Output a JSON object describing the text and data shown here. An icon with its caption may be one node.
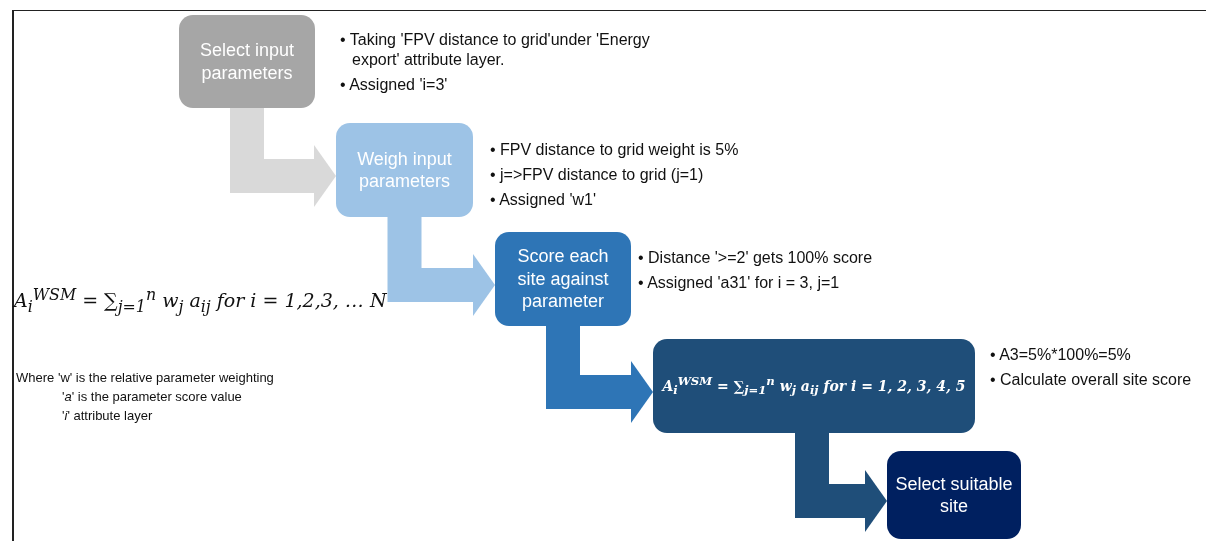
{
  "diagram": {
    "nodes": [
      {
        "text": [
          "Select input parameters"
        ],
        "beside": [
          "• Taking 'FPV distance to grid'under 'Energy export' attribute layer.",
          "• Assigned 'i=3'"
        ]
      },
      {
        "text": [
          "Weigh input parameters"
        ],
        "beside": [
          "• FPV distance to grid weight is 5%",
          "• j=>FPV distance to grid (j=1)",
          "• Assigned 'w1'"
        ]
      },
      {
        "text": [
          "Score each site against parameter"
        ],
        "beside": [
          "• Distance '>=2' gets 100% score",
          "• Assigned 'a31' for i = 3, j=1"
        ]
      },
      {
        "text": [
          "A$_{i}$$^{WSM}$ = ∑$_{j=1}$$^{n}$ w$_{j}$ a$_{ij}$ for i = 1, 2, 3, 4, 5"
        ],
        "beside": [
          "• A3=5%*100%=5%",
          "• Calculate overall site score"
        ]
      },
      {
        "text": [
          "Select suitable site"
        ]
      }
    ],
    "edges": [
      {
        "from": 0,
        "to": 1,
        "arrow": "to",
        "color": "#d9d9d9"
      },
      {
        "from": 1,
        "to": 2,
        "arrow": "to",
        "color": "#9dc3e6"
      },
      {
        "from": 2,
        "to": 3,
        "arrow": "to",
        "color": "#2e75b6"
      },
      {
        "from": 3,
        "to": 4,
        "arrow": "to",
        "color": "#1f4e79"
      }
    ],
    "labels": [
      "A$_{i}$$^{WSM}$ = ∑$_{j=1}$$^{n}$ w$_{j}$ a$_{ij}$ for i = 1,2,3, … N",
      "Where 'w' is the relative parameter weighting",
      "'*a*' is the parameter score value",
      "'*i*' attribute layer"
    ]
  }
}
